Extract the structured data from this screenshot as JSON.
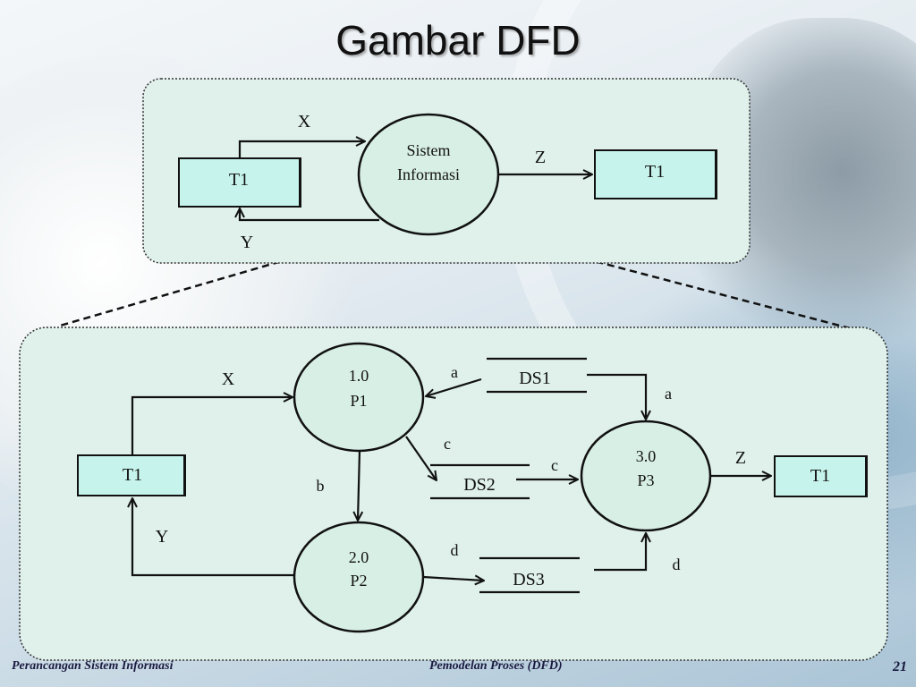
{
  "slide": {
    "title": "Gambar DFD",
    "footer_left": "Perancangan Sistem Informasi",
    "footer_center": "Pemodelan Proses  (DFD)",
    "page_number": "21"
  },
  "context_diagram": {
    "process_line1": "Sistem",
    "process_line2": "Informasi",
    "entity_in": "T1",
    "entity_out": "T1",
    "flow_x": "X",
    "flow_y": "Y",
    "flow_z": "Z"
  },
  "level_diagram": {
    "entity_in": "T1",
    "entity_out": "T1",
    "p1_num": "1.0",
    "p1_name": "P1",
    "p2_num": "2.0",
    "p2_name": "P2",
    "p3_num": "3.0",
    "p3_name": "P3",
    "ds1": "DS1",
    "ds2": "DS2",
    "ds3": "DS3",
    "flow_x": "X",
    "flow_y": "Y",
    "flow_z": "Z",
    "flow_a_in": "a",
    "flow_a_out": "a",
    "flow_b": "b",
    "flow_c_in": "c",
    "flow_c_out": "c",
    "flow_d_in": "d",
    "flow_d_out": "d"
  },
  "colors": {
    "panel_fill": "#dff1ea",
    "node_fill": "#d8efe5",
    "entity_fill": "#c6f4ec",
    "line": "#111111"
  }
}
